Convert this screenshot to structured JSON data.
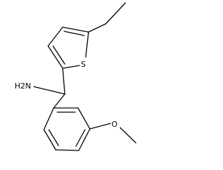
{
  "molecule": {
    "atom_labels": {
      "amine": "H2N",
      "sulfur": "S",
      "oxygen": "O"
    }
  }
}
